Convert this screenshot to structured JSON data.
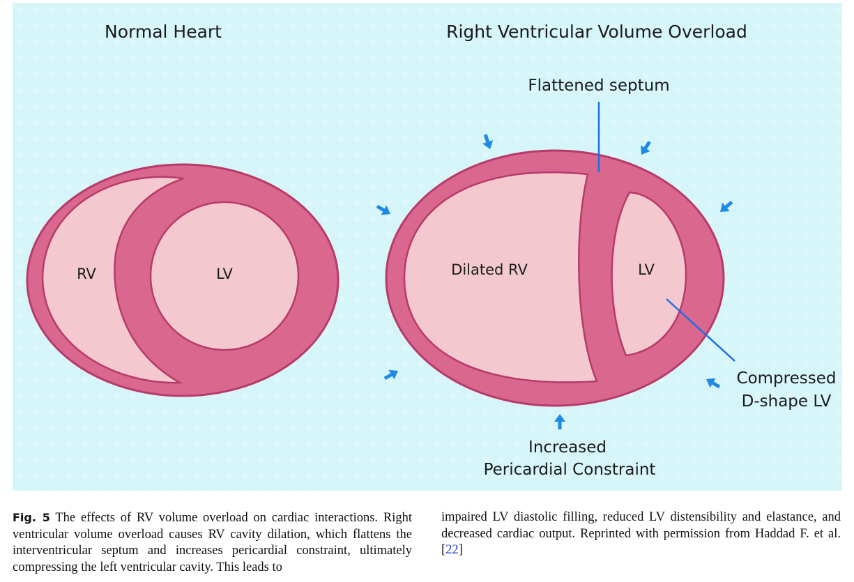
{
  "figure": {
    "background_color": "#d6f5f9",
    "muscle_color": "#d9678e",
    "muscle_outline": "#b83a6a",
    "cavity_color": "#f3c9cf",
    "arrow_color": "#1e8ae6",
    "pointer_color": "#1e6fe0",
    "left_title": "Normal Heart",
    "right_title": "Right Ventricular Volume Overload",
    "normal_rv_label": "RV",
    "normal_lv_label": "LV",
    "dilated_rv_label": "Dilated RV",
    "overload_lv_label": "LV",
    "septum_annotation": "Flattened septum",
    "lv_annotation_line1": "Compressed",
    "lv_annotation_line2": "D-shape LV",
    "constraint_annotation_line1": "Increased",
    "constraint_annotation_line2": "Pericardial Constraint"
  },
  "caption": {
    "fig_label": "Fig. 5",
    "text_left": "The effects of RV volume overload on cardiac interactions. Right ventricular volume overload causes RV cavity dilation, which flattens the interventricular septum and increases pericardial constraint, ultimately compressing the left ventricular cavity. This leads to",
    "text_right": "impaired LV diastolic filling, reduced LV distensibility and elastance, and decreased cardiac output. Reprinted with permission from Haddad F. et al. ",
    "reference_bracket_open": "[",
    "reference_number": "22",
    "reference_bracket_close": "]"
  }
}
